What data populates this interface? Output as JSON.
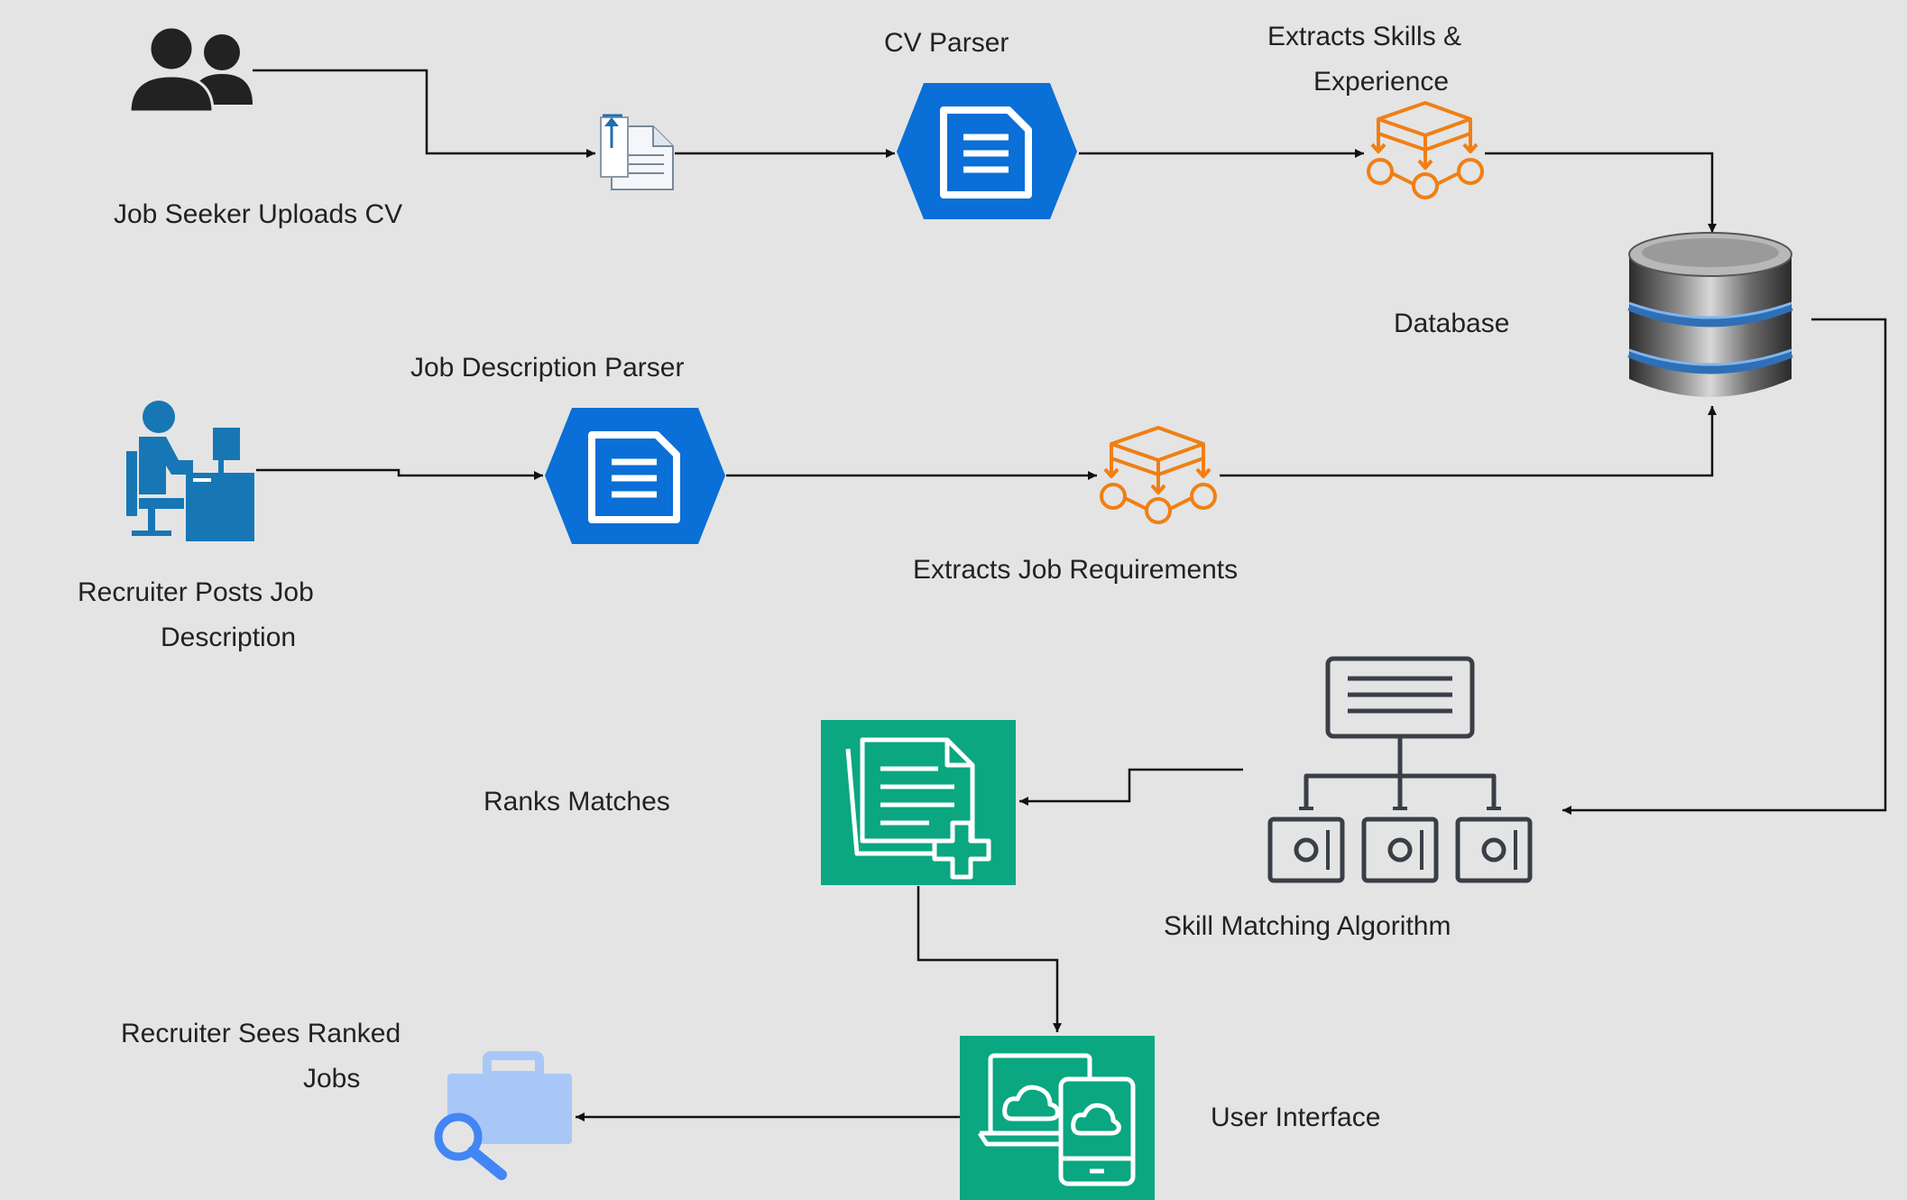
{
  "diagram": {
    "nodes": {
      "job_seeker_label": "Job Seeker Uploads CV",
      "cv_parser_label": "CV Parser",
      "extract_skills_label_line1": "Extracts Skills &",
      "extract_skills_label_line2": "Experience",
      "database_label": "Database",
      "jd_parser_label": "Job Description Parser",
      "recruiter_post_label_line1": "Recruiter Posts Job",
      "recruiter_post_label_line2": "Description",
      "extract_req_label": "Extracts Job Requirements",
      "skill_match_label": "Skill Matching Algorithm",
      "ranks_label": "Ranks Matches",
      "ui_label": "User Interface",
      "recruiter_sees_label_line1": "Recruiter Sees Ranked",
      "recruiter_sees_label_line2": "Jobs"
    },
    "edges": [
      {
        "from": "Job Seeker",
        "to": "CV upload"
      },
      {
        "from": "CV upload",
        "to": "CV Parser"
      },
      {
        "from": "CV Parser",
        "to": "Extracts Skills & Experience"
      },
      {
        "from": "Extracts Skills & Experience",
        "to": "Database"
      },
      {
        "from": "Recruiter",
        "to": "Job Description Parser"
      },
      {
        "from": "Job Description Parser",
        "to": "Extracts Job Requirements"
      },
      {
        "from": "Extracts Job Requirements",
        "to": "Database"
      },
      {
        "from": "Database",
        "to": "Skill Matching Algorithm"
      },
      {
        "from": "Skill Matching Algorithm",
        "to": "Ranks Matches"
      },
      {
        "from": "Ranks Matches",
        "to": "User Interface"
      },
      {
        "from": "User Interface",
        "to": "Recruiter Sees Ranked Jobs"
      }
    ],
    "colors": {
      "background": "#e4e4e4",
      "parser_blue": "#0a6fd6",
      "orange": "#f07f14",
      "green": "#0aa781",
      "dark_icon": "#3a3f47",
      "person_blue": "#1777b4",
      "light_blue": "#a8c7f6",
      "search_blue": "#4285f4",
      "line": "#111111"
    }
  }
}
